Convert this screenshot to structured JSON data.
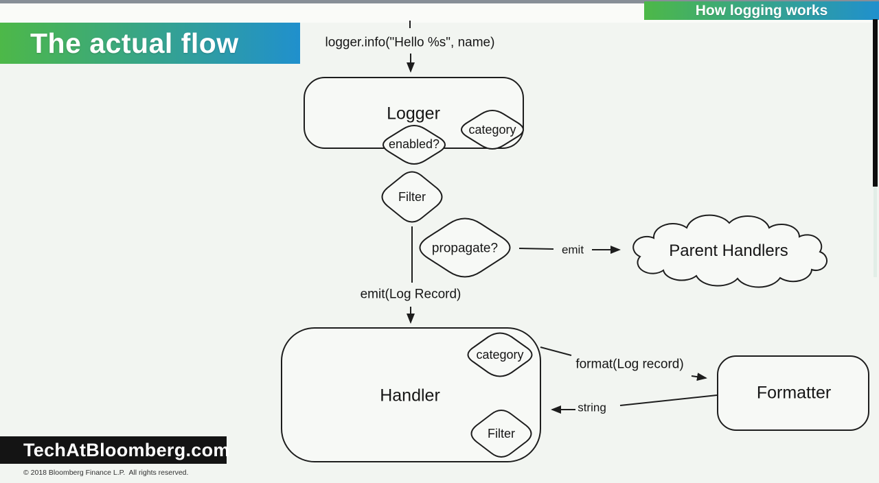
{
  "header": {
    "slide_title": "The actual flow",
    "corner_title": "How logging works"
  },
  "diagram": {
    "logger_call": "logger.info(\"Hello %s\", name)",
    "logger": {
      "label": "Logger",
      "enabled": "enabled?",
      "category": "category"
    },
    "filter": "Filter",
    "propagate": "propagate?",
    "emit_label": "emit",
    "parent_handlers": "Parent Handlers",
    "emit_record": "emit(Log Record)",
    "handler": {
      "label": "Handler",
      "category": "category",
      "filter": "Filter"
    },
    "format_call": "format(Log record)",
    "string_label": "string",
    "formatter": "Formatter"
  },
  "footer": {
    "brand": "TechAtBloomberg.com",
    "copyright": "© 2018 Bloomberg Finance L.P.  All rights reserved."
  },
  "colors": {
    "banner_start": "#4db848",
    "banner_end": "#2090cd",
    "bg": "#f2f5f1",
    "ink": "#1d1d1d",
    "brand_box": "#141414"
  }
}
